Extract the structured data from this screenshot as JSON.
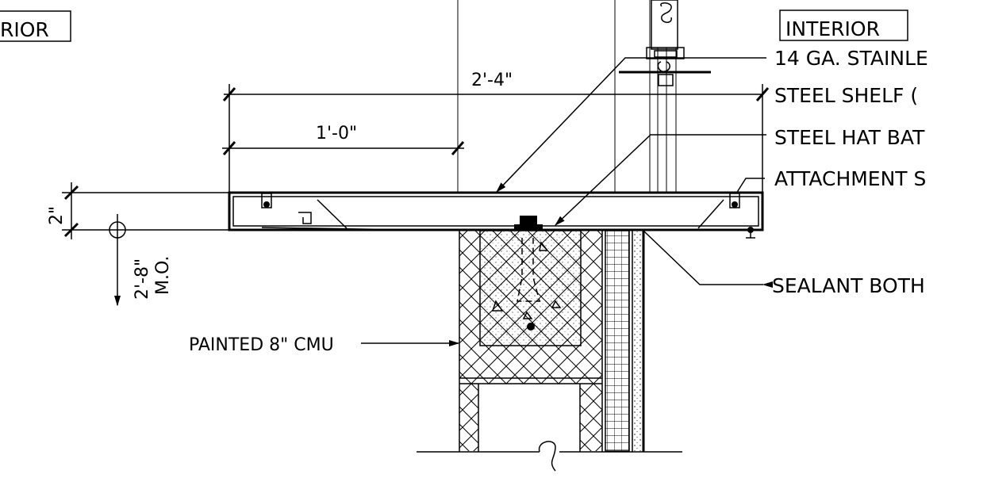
{
  "drawing": {
    "exterior_tag": "RIOR",
    "interior_tag": "INTERIOR",
    "callouts": [
      "14 GA. STAINLE",
      "STEEL SHELF (",
      "STEEL HAT BAT",
      "ATTACHMENT S",
      "SEALANT BOTH"
    ],
    "cmu_label": "PAINTED 8\" CMU",
    "dimensions": {
      "overall_width": "2'-4\"",
      "overhang": "1'-0\"",
      "shelf_depth": "2\"",
      "masonry_opening": "2'-8\"",
      "mo_abbrev": "M.O."
    }
  }
}
